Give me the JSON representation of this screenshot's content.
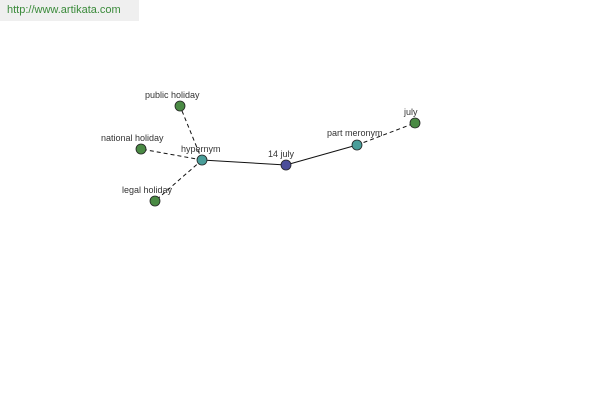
{
  "site": {
    "url": "http://www.artikata.com"
  },
  "colors": {
    "leaf_node": "#4a8a44",
    "relation_node": "#4a9e9a",
    "center_node": "#4b4e9a",
    "edge": "#111111",
    "label": "#333333"
  },
  "graph": {
    "nodes": [
      {
        "id": "14july",
        "label": "14 july",
        "kind": "center"
      },
      {
        "id": "hypernym",
        "label": "hypernym",
        "kind": "relation"
      },
      {
        "id": "partmeronym",
        "label": "part meronym",
        "kind": "relation"
      },
      {
        "id": "publicholiday",
        "label": "public holiday",
        "kind": "leaf"
      },
      {
        "id": "nationalholiday",
        "label": "national holiday",
        "kind": "leaf"
      },
      {
        "id": "legalholiday",
        "label": "legal holiday",
        "kind": "leaf"
      },
      {
        "id": "july",
        "label": "july",
        "kind": "leaf"
      }
    ],
    "edges": [
      {
        "from": "hypernym",
        "to": "14july",
        "style": "solid"
      },
      {
        "from": "14july",
        "to": "partmeronym",
        "style": "solid"
      },
      {
        "from": "hypernym",
        "to": "publicholiday",
        "style": "dashed"
      },
      {
        "from": "hypernym",
        "to": "nationalholiday",
        "style": "dashed"
      },
      {
        "from": "hypernym",
        "to": "legalholiday",
        "style": "dashed"
      },
      {
        "from": "partmeronym",
        "to": "july",
        "style": "dashed"
      }
    ]
  }
}
